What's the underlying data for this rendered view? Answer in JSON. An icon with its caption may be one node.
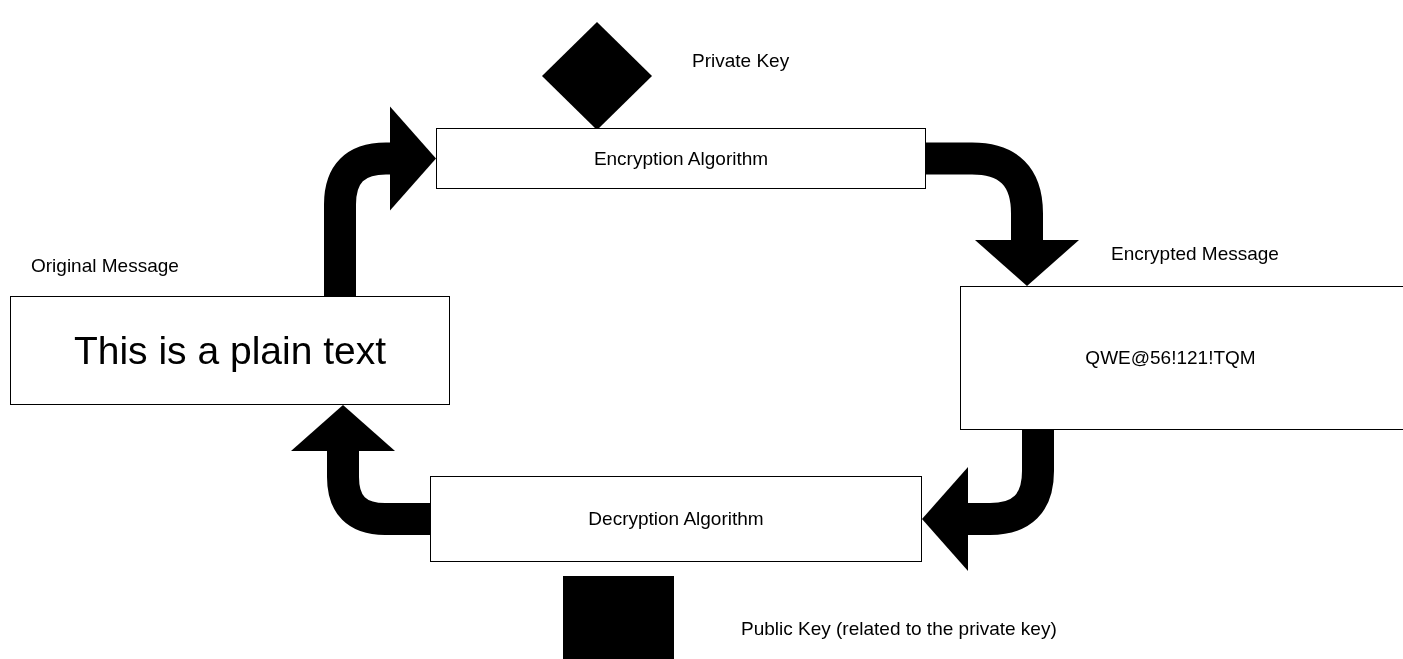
{
  "diagram": {
    "nodes": [
      {
        "text": [],
        "shape": "diamond",
        "beside": [
          "Private Key"
        ]
      },
      {
        "text": [
          "Encryption Algorithm"
        ]
      },
      {
        "text": [
          "Original Message",
          "This is a plain text"
        ]
      },
      {
        "text": [
          "Encrypted Message",
          "QWE@56!121!TQM"
        ]
      },
      {
        "text": [
          "Decryption Algorithm"
        ]
      },
      {
        "text": [],
        "shape": "box",
        "beside": [
          "Public Key (related to the private key)"
        ]
      }
    ],
    "edges": [
      {
        "from": 2,
        "to": 1,
        "arrow": "to"
      },
      {
        "from": 1,
        "to": 3,
        "arrow": "to"
      },
      {
        "from": 3,
        "to": 4,
        "arrow": "to"
      },
      {
        "from": 4,
        "to": 2,
        "arrow": "to"
      }
    ]
  }
}
